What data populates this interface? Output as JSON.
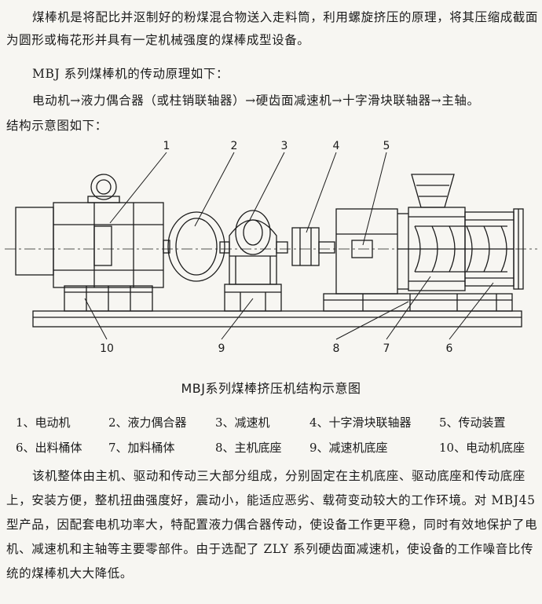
{
  "intro": "煤棒机是将配比并沤制好的粉煤混合物送入走料筒，利用螺旋挤压的原理，将其压缩成截面为圆形或梅花形并具有一定机械强度的煤棒成型设备。",
  "principle_heading": "MBJ 系列煤棒机的传动原理如下：",
  "principle_chain": "电动机→液力偶合器（或柱销联轴器）→硬齿面减速机→十字滑块联轴器→主轴。",
  "structure_heading": "结构示意图如下：",
  "diagram": {
    "callouts_top": [
      "1",
      "2",
      "3",
      "4",
      "5"
    ],
    "callouts_bottom": [
      "10",
      "9",
      "8",
      "7",
      "6"
    ]
  },
  "caption": "MBJ系列煤棒挤压机结构示意图",
  "legend": [
    [
      "1、电动机",
      "2、液力偶合器",
      "3、减速机",
      "4、十字滑块联轴器",
      "5、传动装置"
    ],
    [
      "6、出料桶体",
      "7、加料桶体",
      "8、主机底座",
      "9、减速机底座",
      "10、电动机底座"
    ]
  ],
  "summary": "该机整体由主机、驱动和传动三大部分组成，分别固定在主机底座、驱动底座和传动底座上，安装方便，整机扭曲强度好，震动小，能适应恶劣、载荷变动较大的工作环境。对 MBJ45 型产品，因配套电机功率大，特配置液力偶合器传动，使设备工作更平稳，同时有效地保护了电机、减速机和主轴等主要零部件。由于选配了 ZLY 系列硬齿面减速机，使设备的工作噪音比传统的煤棒机大大降低。"
}
